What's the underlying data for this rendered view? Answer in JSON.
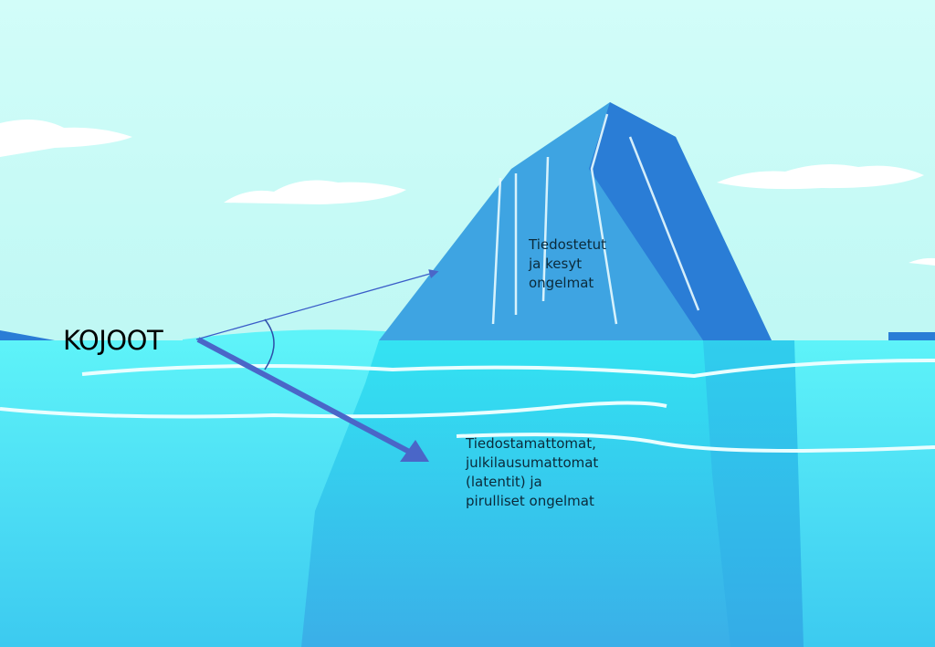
{
  "labels": {
    "actor": "KOJOOT",
    "above_water": [
      "Tiedostetut",
      "ja kesyt",
      "ongelmat"
    ],
    "below_water": [
      "Tiedostamattomat,",
      "julkilausumattomat",
      "(latentit) ja",
      "pirulliset ongelmat"
    ]
  },
  "colors": {
    "sky": "#c6fcf7",
    "water_top": "#5ef3f9",
    "water_bottom": "#37c8ee",
    "iceberg_light": "#3ea4e2",
    "iceberg_dark": "#2a7dd6",
    "arrow": "#4a66c8"
  }
}
